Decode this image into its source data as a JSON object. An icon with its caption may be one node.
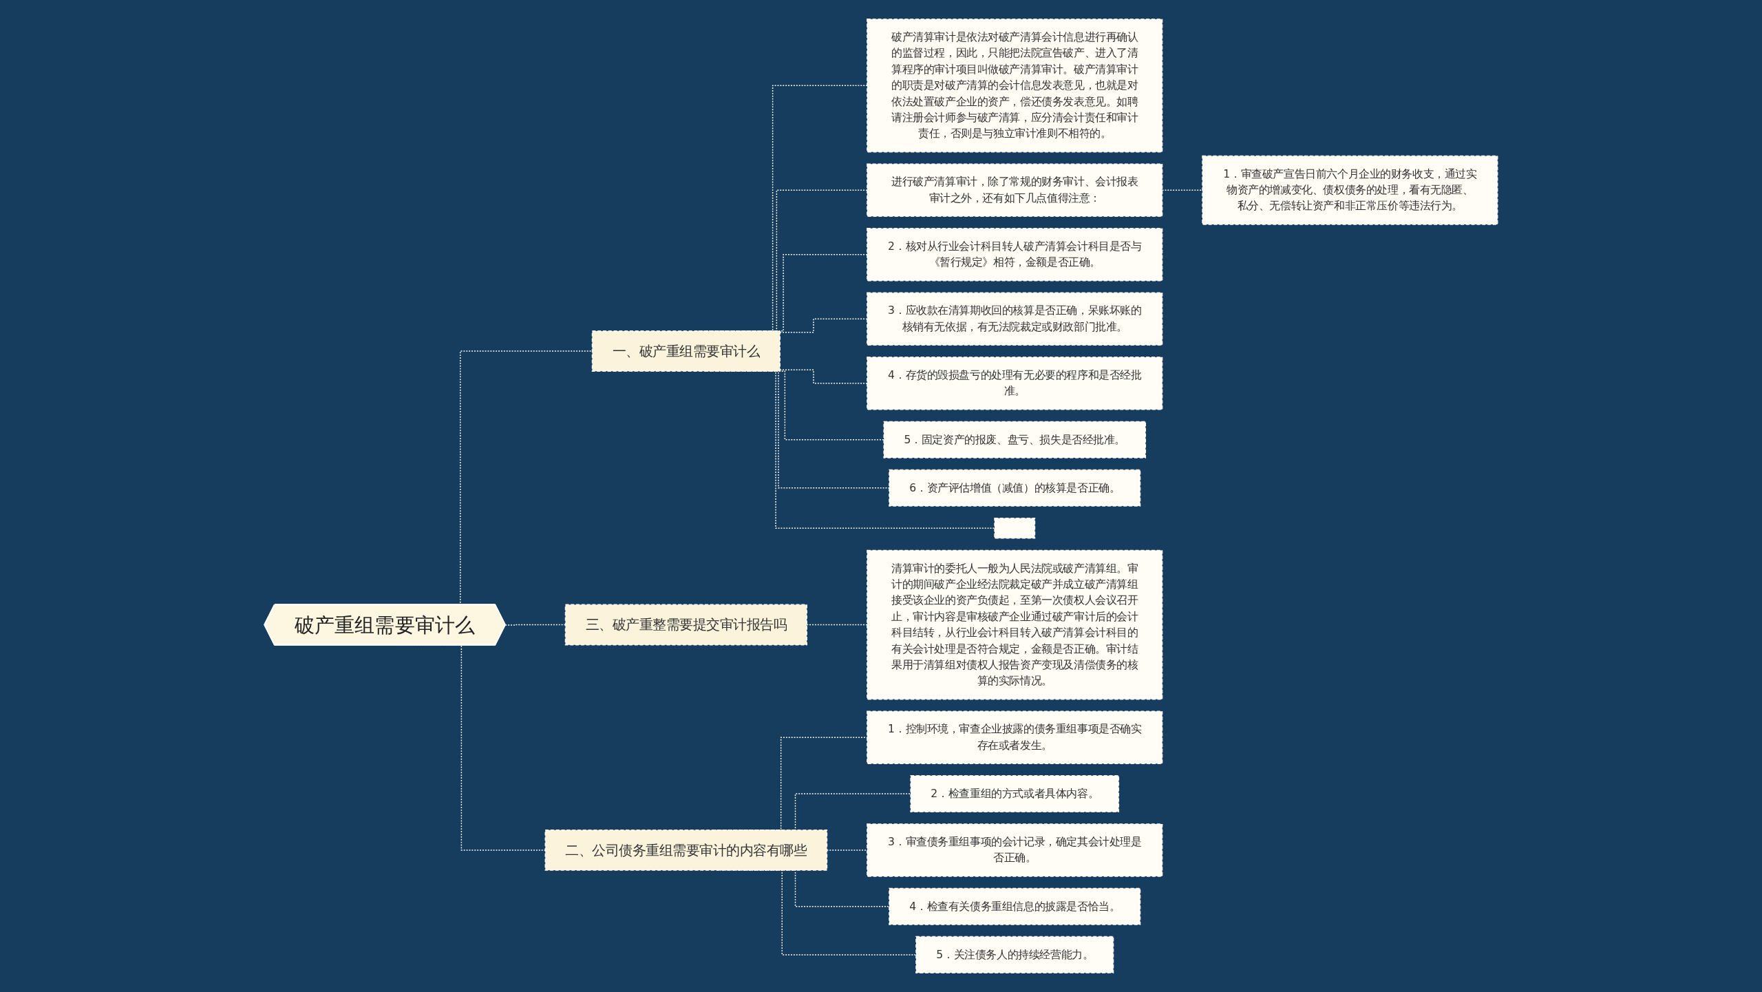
{
  "diagram": {
    "nodes": [
      {
        "text": [
          "破产重组需要审计么"
        ]
      },
      {
        "text": [
          "一、破产重组需要审计么"
        ]
      },
      {
        "text": [
          "破产清算审计是依法对破产清算会计信息进行再确认的监督过程，因此，只能把法院宣告破产、进入了清算程序的审计项目叫做破产清算审计。破产清算审计的职责是对破产清算的会计信息发表意见，也就是对依法处置破产企业的资产，偿还债务发表意见。如聘请注册会计师参与破产清算，应分清会计责任和审计责任，否则是与独立审计准则不相符的。"
        ]
      },
      {
        "text": [
          "进行破产清算审计，除了常规的财务审计、会计报表审计之外，还有如下几点值得注意："
        ]
      },
      {
        "text": [
          "1．审查破产宣告日前六个月企业的财务收支，通过实物资产的增减变化、债权债务的处理，看有无隐匿、私分、无偿转让资产和非正常压价等违法行为。"
        ]
      },
      {
        "text": [
          "2．核对从行业会计科目转人破产清算会计科目是否与《暂行规定》相符，金额是否正确。"
        ]
      },
      {
        "text": [
          "3．应收款在清算期收回的核算是否正确，呆账坏账的核销有无依据，有无法院裁定或财政部门批准。"
        ]
      },
      {
        "text": [
          "4．存货的毁损盘亏的处理有无必要的程序和是否经批准。"
        ]
      },
      {
        "text": [
          "5．固定资产的报废、盘亏、损失是否经批准。"
        ]
      },
      {
        "text": [
          "6．资产评估增值（减值）的核算是否正确。"
        ]
      },
      {
        "text": [],
        "shape": "box"
      },
      {
        "text": [
          "三、破产重整需要提交审计报告吗"
        ]
      },
      {
        "text": [
          "清算审计的委托人一般为人民法院或破产清算组。审计的期间破产企业经法院裁定破产并成立破产清算组接受该企业的资产负债起，至第一次债权人会议召开止，审计内容是审核破产企业通过破产审计后的会计科目结转，从行业会计科目转入破产清算会计科目的有关会计处理是否符合规定，金额是否正确。审计结果用于清算组对债权人报告资产变现及清偿债务的核算的实际情况。"
        ]
      },
      {
        "text": [
          "二、公司债务重组需要审计的内容有哪些"
        ]
      },
      {
        "text": [
          "1．控制环境，审查企业披露的债务重组事项是否确实存在或者发生。"
        ]
      },
      {
        "text": [
          "2．检查重组的方式或者具体内容。"
        ]
      },
      {
        "text": [
          "3．审查债务重组事项的会计记录，确定其会计处理是否正确。"
        ]
      },
      {
        "text": [
          "4．检查有关债务重组信息的披露是否恰当。"
        ]
      },
      {
        "text": [
          "5．关注债务人的持续经营能力。"
        ]
      }
    ],
    "edges": [
      {
        "from": 0,
        "to": 1,
        "arrow": "none",
        "style": "dashed"
      },
      {
        "from": 1,
        "to": 2,
        "arrow": "none",
        "style": "dashed"
      },
      {
        "from": 1,
        "to": 3,
        "arrow": "none",
        "style": "dashed"
      },
      {
        "from": 3,
        "to": 4,
        "arrow": "none",
        "style": "dashed"
      },
      {
        "from": 1,
        "to": 5,
        "arrow": "none",
        "style": "dashed"
      },
      {
        "from": 1,
        "to": 6,
        "arrow": "none",
        "style": "dashed"
      },
      {
        "from": 1,
        "to": 7,
        "arrow": "none",
        "style": "dashed"
      },
      {
        "from": 1,
        "to": 8,
        "arrow": "none",
        "style": "dashed"
      },
      {
        "from": 1,
        "to": 9,
        "arrow": "none",
        "style": "dashed"
      },
      {
        "from": 1,
        "to": 10,
        "arrow": "none",
        "style": "dashed"
      },
      {
        "from": 0,
        "to": 11,
        "arrow": "none",
        "style": "dashed"
      },
      {
        "from": 11,
        "to": 12,
        "arrow": "none",
        "style": "dashed"
      },
      {
        "from": 0,
        "to": 13,
        "arrow": "none",
        "style": "dashed"
      },
      {
        "from": 13,
        "to": 14,
        "arrow": "none",
        "style": "dashed"
      },
      {
        "from": 13,
        "to": 15,
        "arrow": "none",
        "style": "dashed"
      },
      {
        "from": 13,
        "to": 16,
        "arrow": "none",
        "style": "dashed"
      },
      {
        "from": 13,
        "to": 17,
        "arrow": "none",
        "style": "dashed"
      },
      {
        "from": 13,
        "to": 18,
        "arrow": "none",
        "style": "dashed"
      }
    ]
  }
}
